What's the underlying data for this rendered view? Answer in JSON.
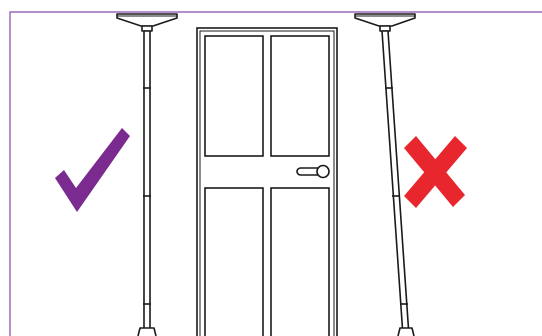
{
  "frame": {
    "border_color": "#9b6bb8"
  },
  "left_pole": {
    "state": "straight",
    "verdict": "correct"
  },
  "right_pole": {
    "state": "tilted",
    "verdict": "incorrect"
  },
  "door": {
    "panels": 4,
    "handle_side": "right"
  },
  "check_mark": {
    "icon": "check-mark-icon",
    "color": "#7b2a8f"
  },
  "cross_mark": {
    "icon": "cross-mark-icon",
    "color": "#e8262d"
  },
  "line_color": "#1a1a1a"
}
